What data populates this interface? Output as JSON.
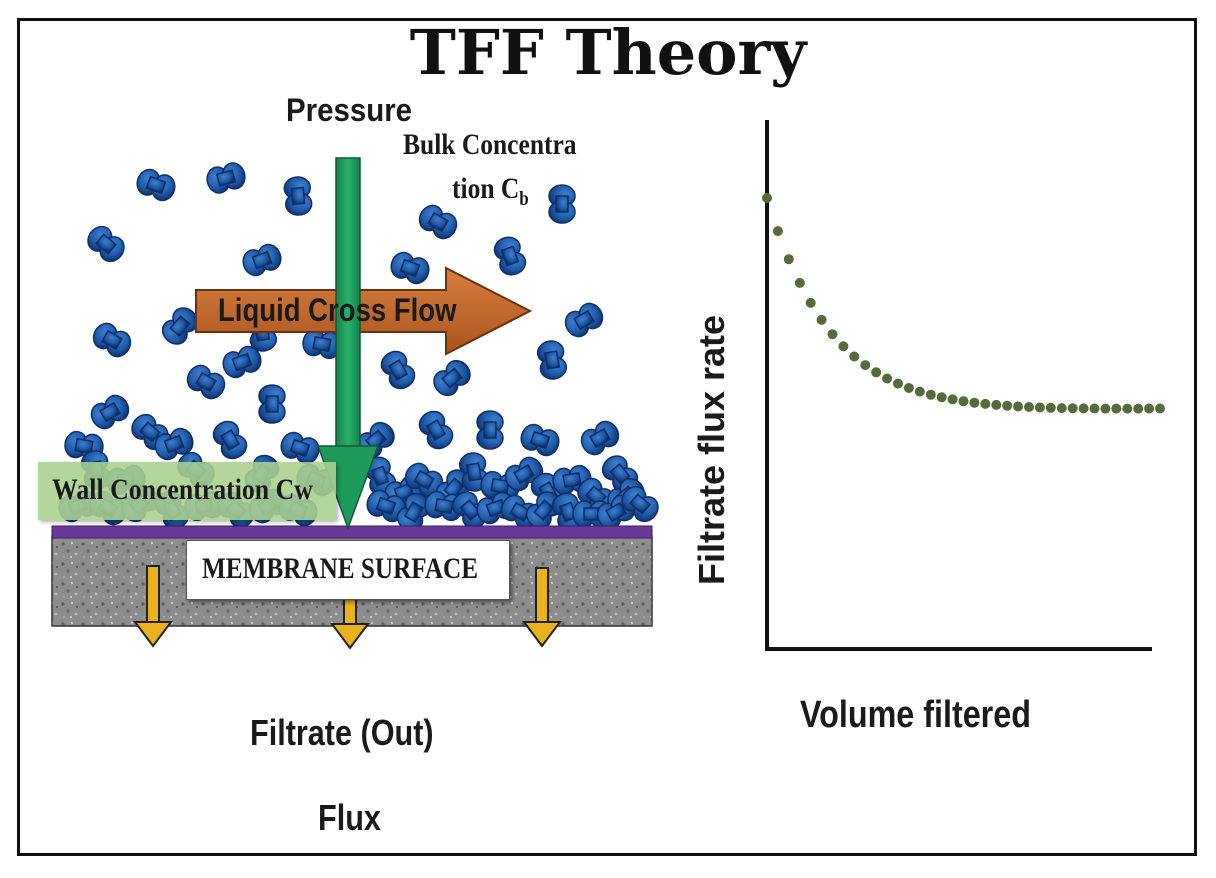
{
  "title": "TFF Theory",
  "labels": {
    "pressure": "Pressure",
    "bulk_line1": "Bulk Concentra",
    "bulk_line2": "tion C",
    "bulk_subscript": "b",
    "cross_flow": "Liquid Cross Flow",
    "wall_concentration": "Wall Concentration Cw",
    "membrane_surface": "MEMBRANE SURFACE",
    "filtrate_out": "Filtrate (Out)",
    "flux": "Flux"
  },
  "flux_chart": {
    "x_label": "Volume filtered",
    "y_label": "Filtrate flux rate",
    "curve": "exponential-decay",
    "marker_style": "dotted"
  },
  "colors": {
    "particle": "#1f5aa6",
    "particle_dark": "#0d2f6b",
    "pressure_arrow": "#1e9a5a",
    "cross_flow_arrow": "#c96a2b",
    "wall_box": "#a9d18e",
    "membrane_top": "#6a3a9a",
    "membrane_body": "#8a8a8a",
    "filtrate_arrow": "#e8b21c",
    "curve_dots": "#556b3b"
  }
}
